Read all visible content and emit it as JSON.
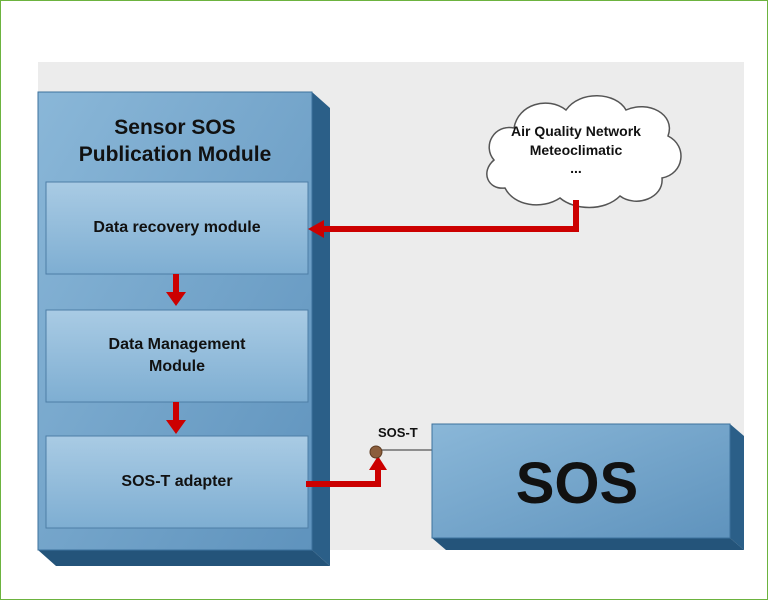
{
  "diagram": {
    "publication_title": "Sensor SOS\nPublication Module",
    "modules": [
      {
        "label": "Data recovery module"
      },
      {
        "label": "Data Management\nModule"
      },
      {
        "label": "SOS-T adapter"
      }
    ],
    "cloud_lines": "Air Quality Network\nMeteoclimatic\n...",
    "sos_label": "SOS",
    "sos_t_label": "SOS-T"
  },
  "colors": {
    "box_fill": "#6fa2c9",
    "box_dark": "#2b5f88",
    "module_fill": "#8cb6d6",
    "arrow": "#cc0000",
    "frame_border": "#6cb33f"
  }
}
